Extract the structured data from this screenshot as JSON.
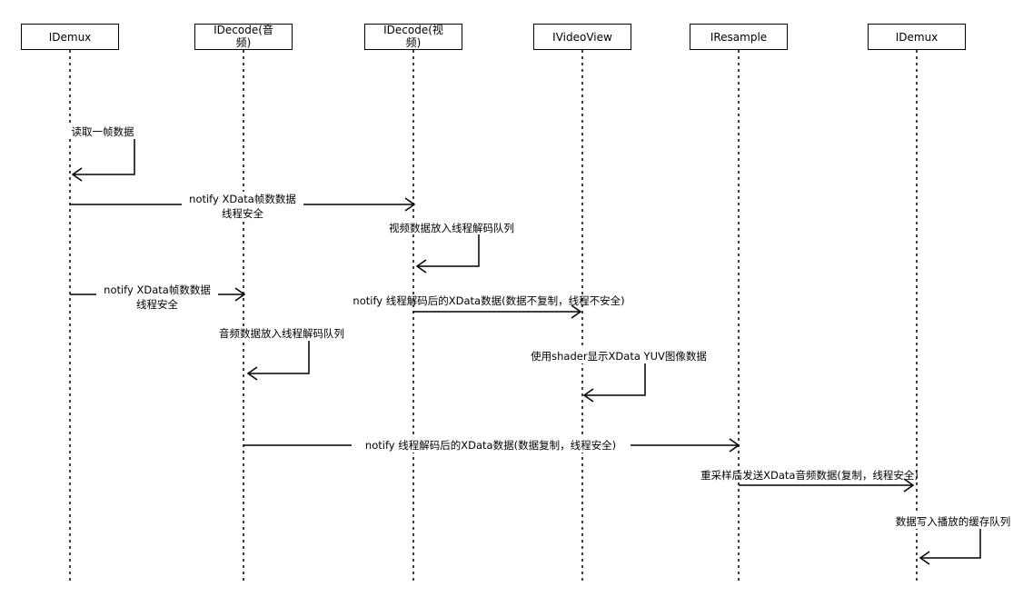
{
  "participants": [
    {
      "id": "demux1",
      "lines": [
        "IDemux"
      ]
    },
    {
      "id": "adecode",
      "lines": [
        "IDecode(音",
        "频)"
      ]
    },
    {
      "id": "vdecode",
      "lines": [
        "IDecode(视",
        "频)"
      ]
    },
    {
      "id": "videoview",
      "lines": [
        "IVideoView"
      ]
    },
    {
      "id": "resample",
      "lines": [
        "IResample"
      ]
    },
    {
      "id": "demux2",
      "lines": [
        "IDemux"
      ]
    }
  ],
  "messages": [
    {
      "id": "read-frame",
      "lines": [
        "读取一帧数据"
      ]
    },
    {
      "id": "notify-video",
      "lines": [
        "notify XData帧数数据",
        "线程安全"
      ]
    },
    {
      "id": "video-queue",
      "lines": [
        "视频数据放入线程解码队列"
      ]
    },
    {
      "id": "notify-audio",
      "lines": [
        "notify XData帧数数据",
        "线程安全"
      ]
    },
    {
      "id": "notify-view",
      "lines": [
        "notify 线程解码后的XData数据(数据不复制，线程不安全)"
      ]
    },
    {
      "id": "audio-queue",
      "lines": [
        "音频数据放入线程解码队列"
      ]
    },
    {
      "id": "shader-show",
      "lines": [
        "使用shader显示XData YUV图像数据"
      ]
    },
    {
      "id": "notify-resample",
      "lines": [
        "notify 线程解码后的XData数据(数据复制，线程安全)"
      ]
    },
    {
      "id": "send-audio",
      "lines": [
        "重采样后发送XData音频数据(复制，线程安全)"
      ]
    },
    {
      "id": "write-buffer",
      "lines": [
        "数据写入播放的缓存队列"
      ]
    }
  ]
}
